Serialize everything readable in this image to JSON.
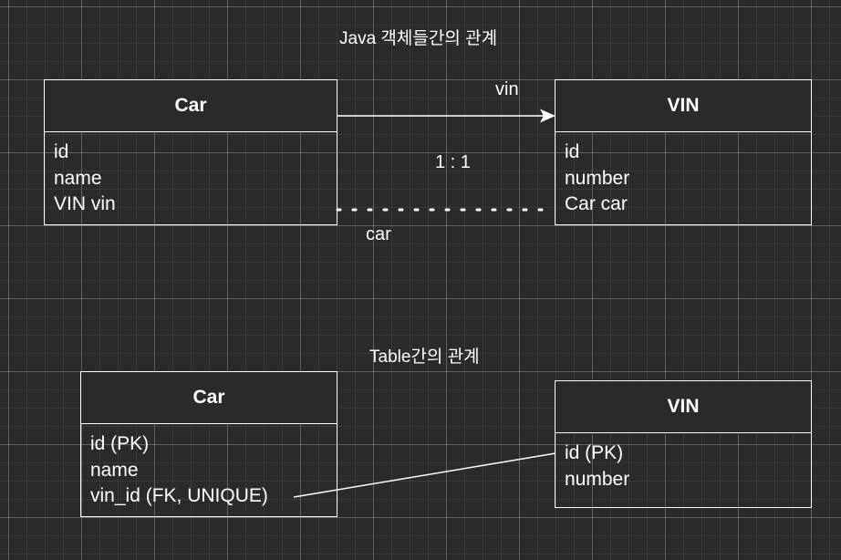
{
  "titles": {
    "java": "Java 객체들간의 관계",
    "table": "Table간의 관계"
  },
  "java_car": {
    "name": "Car",
    "fields": [
      "id",
      "name",
      "VIN vin"
    ]
  },
  "java_vin": {
    "name": "VIN",
    "fields": [
      "id",
      "number",
      "Car car"
    ]
  },
  "table_car": {
    "name": "Car",
    "fields": [
      "id (PK)",
      "name",
      "vin_id (FK, UNIQUE)"
    ]
  },
  "table_vin": {
    "name": "VIN",
    "fields": [
      "id (PK)",
      "number"
    ]
  },
  "labels": {
    "vin": "vin",
    "cardinality": "1 : 1",
    "car": "car"
  },
  "colors": {
    "background": "#2a2a2a",
    "stroke": "#ffffff",
    "text": "#ffffff"
  }
}
